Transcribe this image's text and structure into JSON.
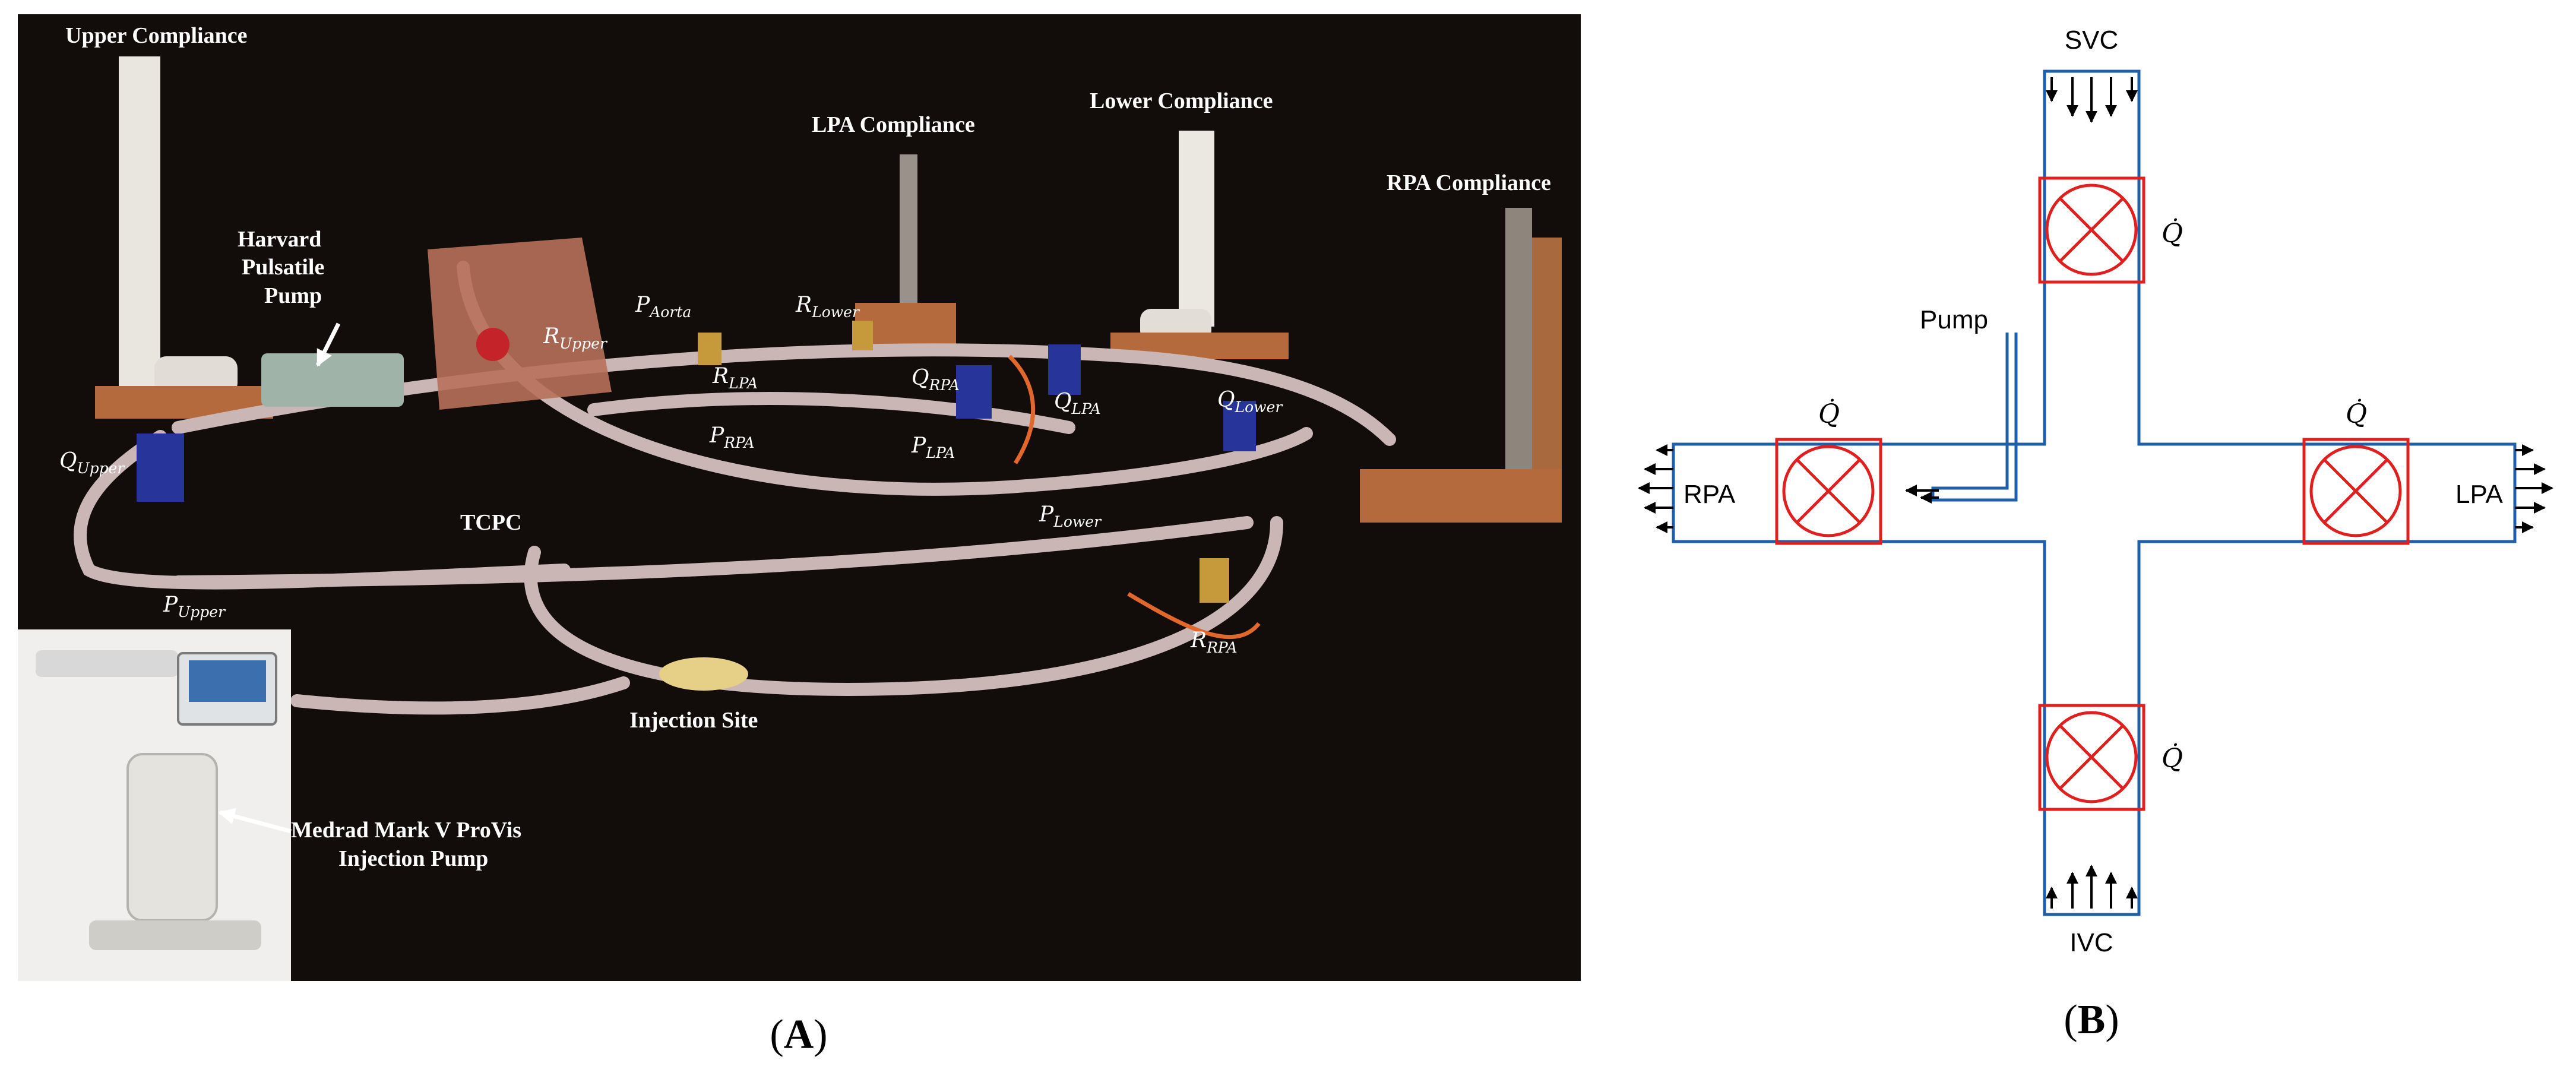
{
  "panel_a": {
    "panel_label": "A",
    "labels": {
      "upper_compliance": "Upper Compliance",
      "harvard_line1": "Harvard",
      "harvard_line2": "Pulsatile",
      "harvard_line3": "Pump",
      "lpa_compliance": "LPA Compliance",
      "lower_compliance": "Lower Compliance",
      "rpa_compliance": "RPA Compliance",
      "tcpc": "TCPC",
      "injection_site": "Injection Site",
      "medrad_line1": "Medrad Mark V ProVis",
      "medrad_line2": "Injection Pump"
    },
    "sensors": {
      "p_aorta": {
        "base": "P",
        "sub": "Aorta"
      },
      "r_upper": {
        "base": "R",
        "sub": "Upper"
      },
      "r_lower": {
        "base": "R",
        "sub": "Lower"
      },
      "r_lpa": {
        "base": "R",
        "sub": "LPA"
      },
      "q_rpa": {
        "base": "Q",
        "sub": "RPA"
      },
      "q_lpa": {
        "base": "Q",
        "sub": "LPA"
      },
      "q_lower": {
        "base": "Q",
        "sub": "Lower"
      },
      "q_upper": {
        "base": "Q",
        "sub": "Upper"
      },
      "p_rpa": {
        "base": "P",
        "sub": "RPA"
      },
      "p_lpa": {
        "base": "P",
        "sub": "LPA"
      },
      "p_lower": {
        "base": "P",
        "sub": "Lower"
      },
      "p_upper": {
        "base": "P",
        "sub": "Upper"
      },
      "r_rpa": {
        "base": "R",
        "sub": "RPA"
      }
    }
  },
  "panel_b": {
    "panel_label": "B",
    "labels": {
      "svc": "SVC",
      "ivc": "IVC",
      "rpa": "RPA",
      "lpa": "LPA",
      "pump": "Pump",
      "q_dot": "Q̇"
    }
  },
  "colors": {
    "photo_background": "#120d0b",
    "vessel_blue": "#1f5fa8",
    "flow_box_red": "#e0201f",
    "tube": "#c9b6b5",
    "wood": "#b46a3c"
  }
}
